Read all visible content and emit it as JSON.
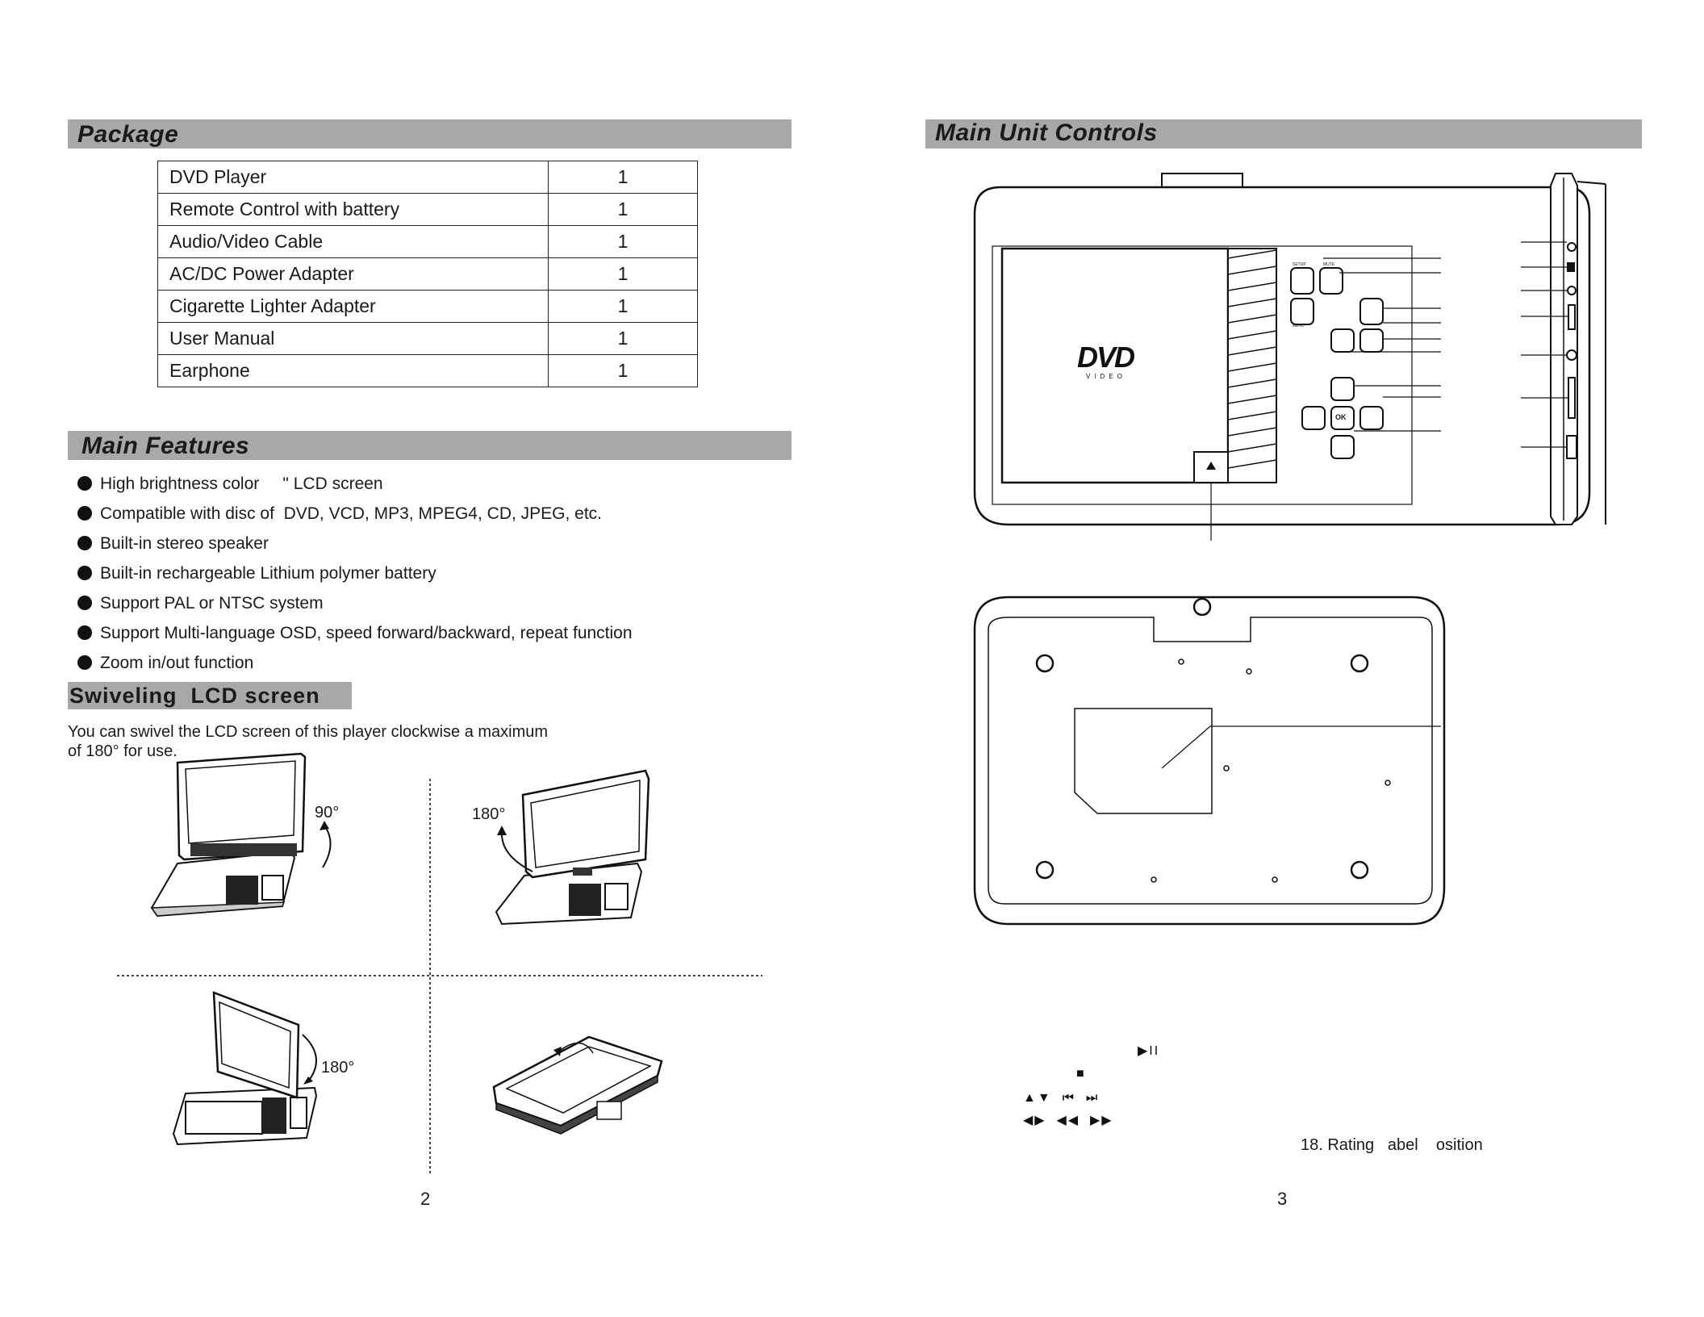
{
  "left_page": {
    "package": {
      "title": "Package",
      "rows": [
        {
          "item": "DVD Player",
          "qty": "1"
        },
        {
          "item": "Remote Control with battery",
          "qty": "1"
        },
        {
          "item": "Audio/Video Cable",
          "qty": "1"
        },
        {
          "item": "AC/DC Power Adapter",
          "qty": "1"
        },
        {
          "item": "Cigarette Lighter Adapter",
          "qty": "1"
        },
        {
          "item": "User Manual",
          "qty": "1"
        },
        {
          "item": "Earphone",
          "qty": "1"
        }
      ]
    },
    "features": {
      "title": "Main Features",
      "items": [
        "High brightness color     \" LCD screen",
        "Compatible with disc of  DVD, VCD, MP3, MPEG4, CD, JPEG, etc.",
        "Built-in stereo speaker",
        "Built-in rechargeable Lithium polymer battery",
        "Support PAL or NTSC system",
        "Support Multi-language OSD, speed forward/backward, repeat function",
        "Zoom in/out function"
      ]
    },
    "swivel": {
      "title": "Swiveling  LCD screen",
      "text_line1": "You can swivel the LCD screen of this player clockwise a maximum",
      "text_line2": "of 180°  for use.",
      "deg_90": "90°",
      "deg_180a": "180°",
      "deg_180b": "180°"
    },
    "page_number": "2"
  },
  "right_page": {
    "controls": {
      "title": "Main Unit Controls",
      "logo_text": "DVD",
      "logo_sub": "VIDEO",
      "btn_ok": "OK",
      "btn_setup": "SETUP",
      "btn_mute": "MUTE",
      "btn_menu": "MENU"
    },
    "legend_symbols": {
      "play_pause": "▶II",
      "stop": "■",
      "up_down_prev_next": "▲▼  ⏮  ⏭",
      "left_right_rew_ff": "◀▶  ◀◀  ▶▶"
    },
    "rating_label": "18. Rating   abel    osition",
    "page_number": "3"
  }
}
